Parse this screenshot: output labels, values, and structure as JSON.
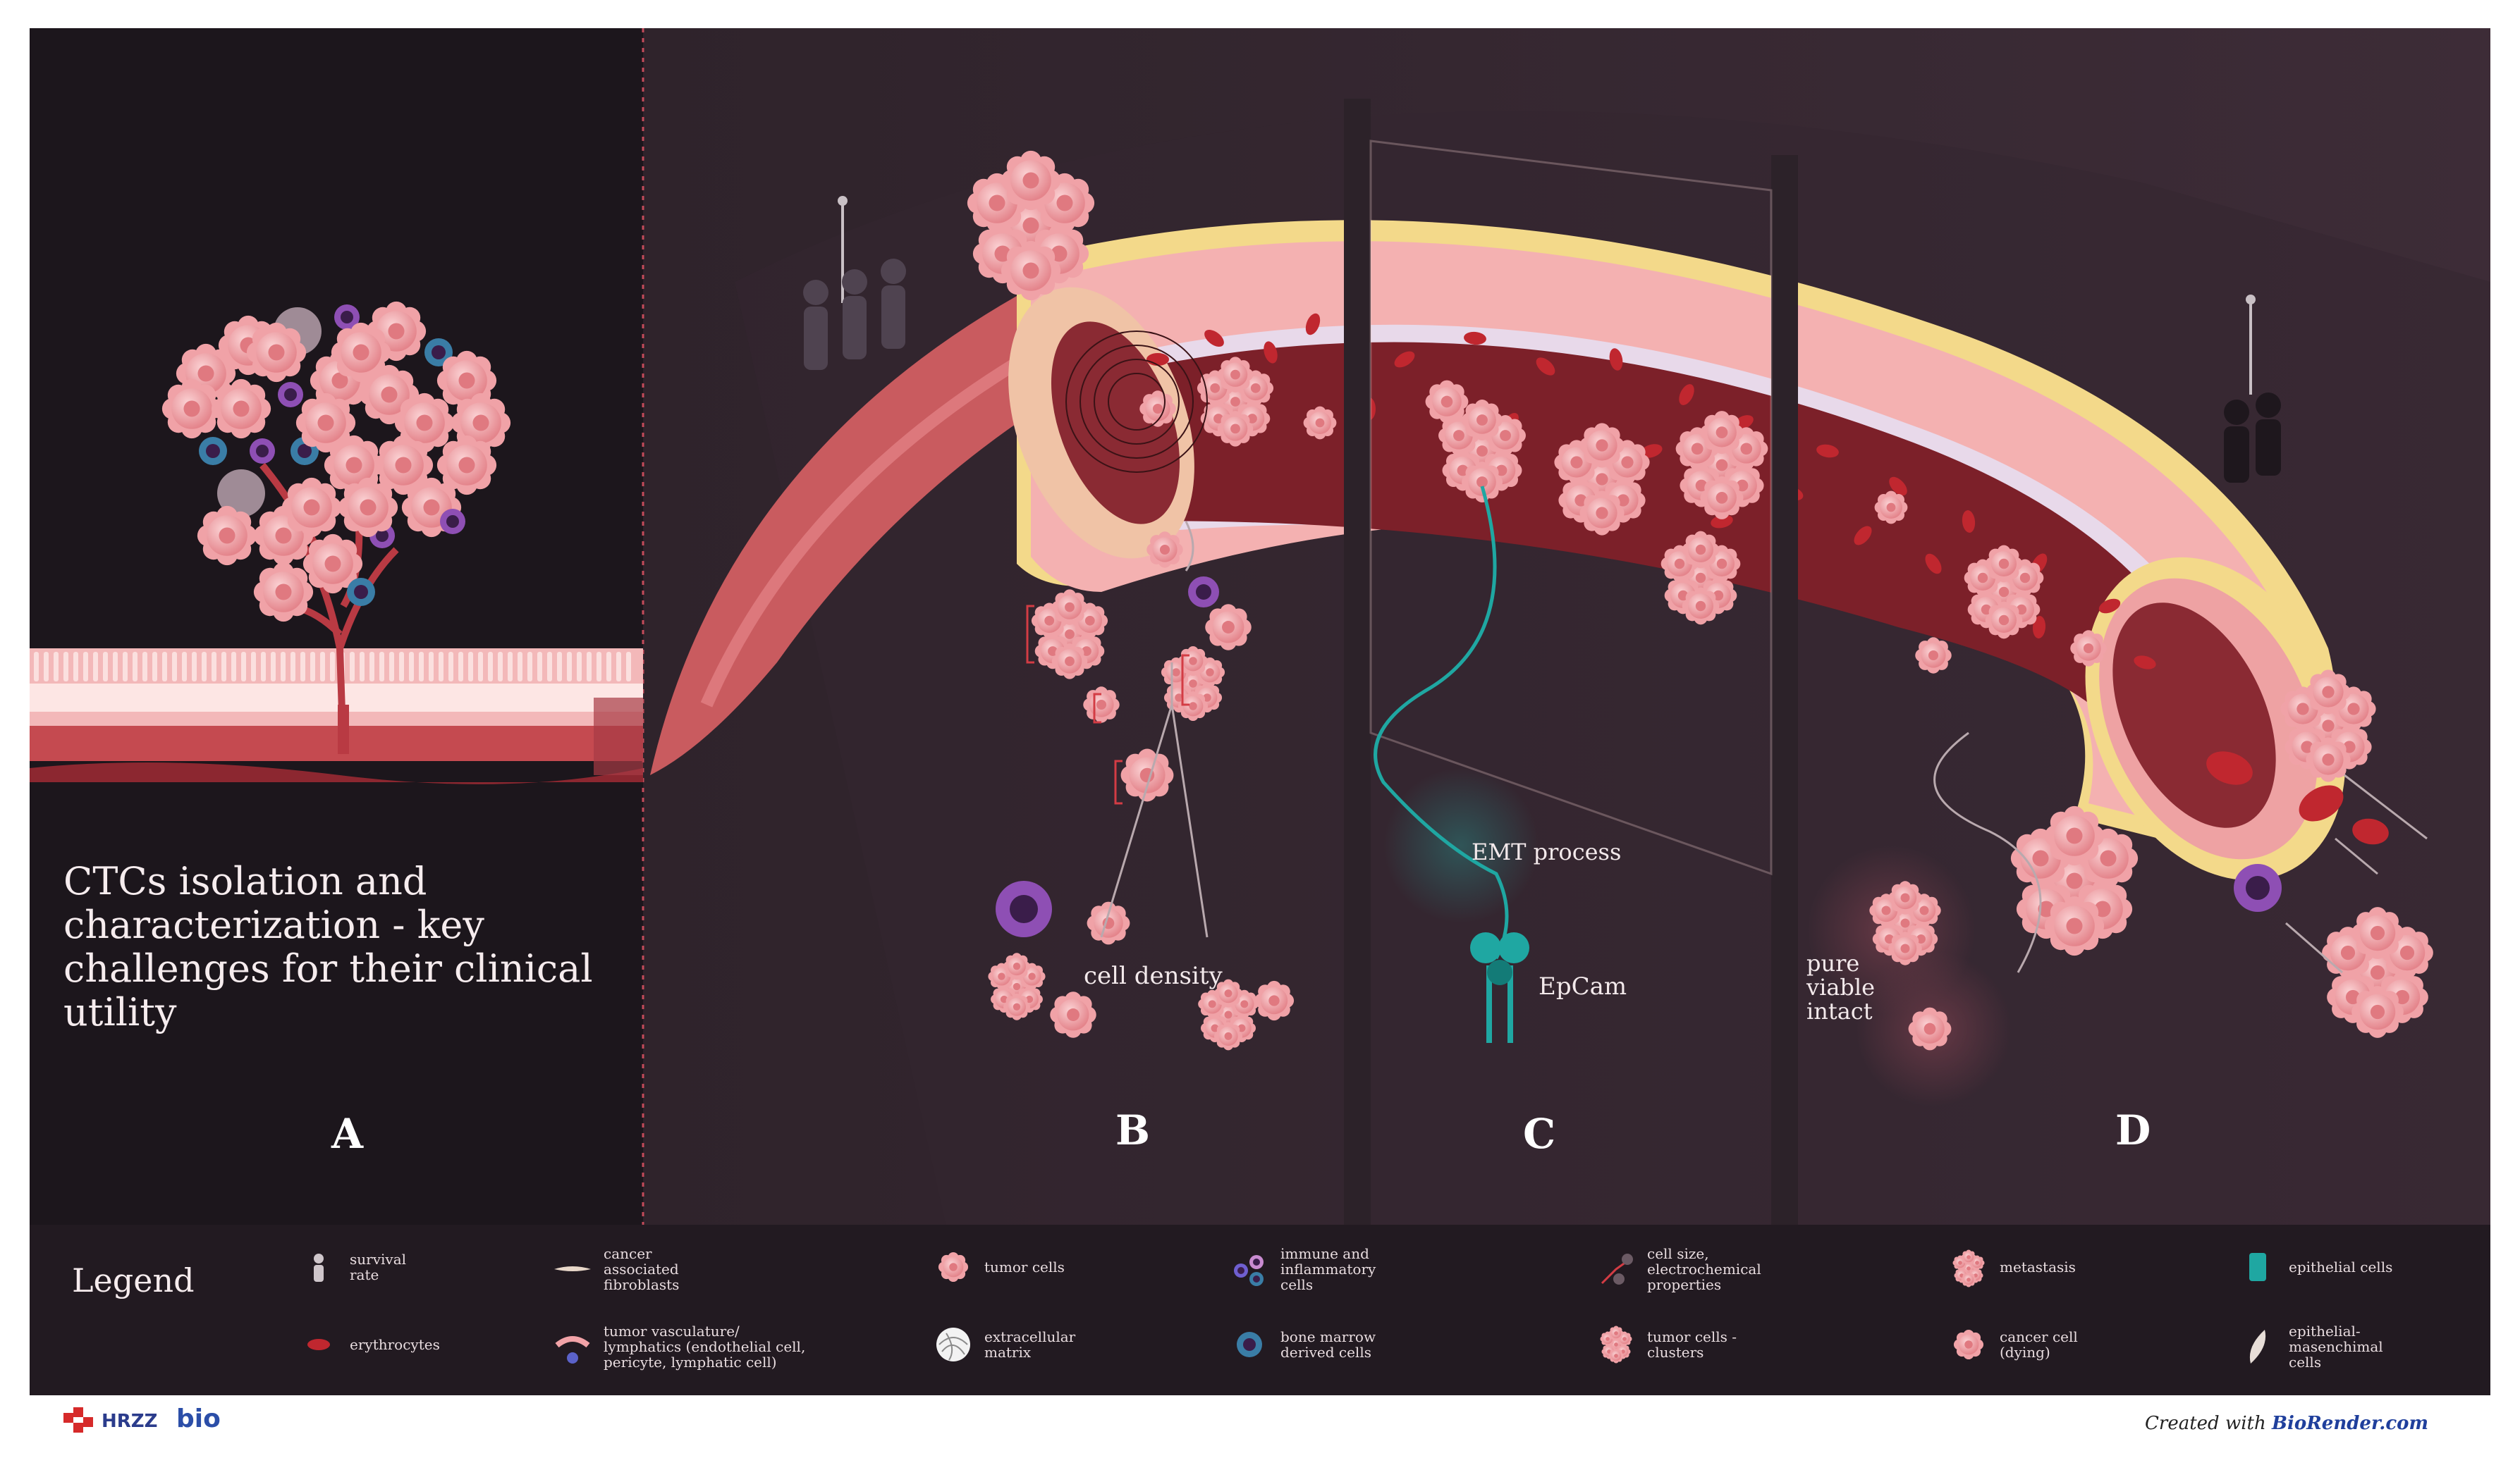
{
  "title": "CTCs isolation and characterization  - key challenges for their clinical utility",
  "panels": {
    "a": "A",
    "b": "B",
    "c": "C",
    "d": "D"
  },
  "annotations": {
    "cell_density": "cell density",
    "emt_process": "EMT process",
    "epcam": "EpCam",
    "pure_viable_intact": "pure\nviable\nintact"
  },
  "legend": {
    "title": "Legend",
    "items": [
      {
        "key": "survival",
        "icon": "person-icon",
        "label": "survival\nrate"
      },
      {
        "key": "caf",
        "icon": "fibroblast-icon",
        "label": "cancer\nassociated\nfibroblasts"
      },
      {
        "key": "tumor_cells",
        "icon": "tumor-cell-icon",
        "label": "tumor cells"
      },
      {
        "key": "immune",
        "icon": "immune-cells-icon",
        "label": "immune and\ninflammatory\ncells"
      },
      {
        "key": "cell_size",
        "icon": "charge-icon",
        "label": "cell size,\nelectrochemical\nproperties"
      },
      {
        "key": "metastasis",
        "icon": "metastasis-icon",
        "label": "metastasis"
      },
      {
        "key": "epithelial",
        "icon": "epithelial-cell-icon",
        "label": "epithelial cells"
      },
      {
        "key": "erythrocytes",
        "icon": "erythrocyte-icon",
        "label": "erythrocytes"
      },
      {
        "key": "vasculature",
        "icon": "vasculature-icon",
        "label": "tumor vasculature/\nlymphatics (endothelial cell,\npericyte, lymphatic cell)"
      },
      {
        "key": "ecm",
        "icon": "extracellular-matrix-icon",
        "label": "extracellular\nmatrix"
      },
      {
        "key": "bone_marrow",
        "icon": "bone-marrow-cell-icon",
        "label": "bone marrow\nderived cells"
      },
      {
        "key": "clusters",
        "icon": "tumor-cluster-icon",
        "label": "tumor cells -\nclusters"
      },
      {
        "key": "dying",
        "icon": "dying-cell-icon",
        "label": "cancer cell\n(dying)"
      },
      {
        "key": "emc",
        "icon": "mesenchymal-cell-icon",
        "label": "epithelial-\nmasenchimal\ncells"
      }
    ]
  },
  "footer": {
    "logo_hrzz": "HRZZ",
    "logo_bio": "bio",
    "credit_prefix": "Created with ",
    "credit_brand": "BioRender.com"
  },
  "colors": {
    "background": "#2c2229",
    "legend_bg": "#221a21",
    "vessel_outer": "#c75a5d",
    "vessel_wall": "#f2a9aa",
    "vessel_lumen": "#7a1f26",
    "adventitia": "#f3d98a",
    "tumor_cell": "#f2a3a8",
    "immune_purple": "#8e4fb4",
    "epcam_teal": "#1fa7a2"
  }
}
